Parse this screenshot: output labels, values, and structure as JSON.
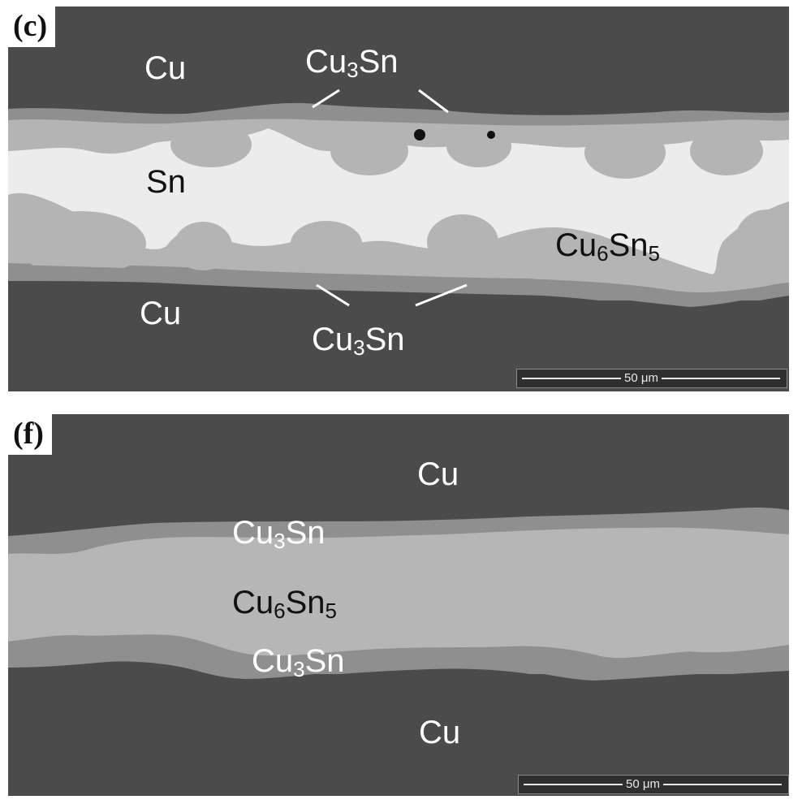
{
  "panel_c": {
    "tag": "(c)",
    "label_cu_top": "Cu",
    "label_cu_bottom": "Cu",
    "label_sn": "Sn",
    "label_cu3sn_top": {
      "base": "Cu",
      "sub": "3",
      "tail": "Sn"
    },
    "label_cu3sn_bottom": {
      "base": "Cu",
      "sub": "3",
      "tail": "Sn"
    },
    "label_cu6sn5": {
      "base": "Cu",
      "sub1": "6",
      "mid": "Sn",
      "sub2": "5"
    },
    "scale_bar": "50 μm"
  },
  "panel_f": {
    "tag": "(f)",
    "label_cu_top": "Cu",
    "label_cu_bottom": "Cu",
    "label_cu3sn_top": {
      "base": "Cu",
      "sub": "3",
      "tail": "Sn"
    },
    "label_cu3sn_bottom": {
      "base": "Cu",
      "sub": "3",
      "tail": "Sn"
    },
    "label_cu6sn5": {
      "base": "Cu",
      "sub1": "6",
      "mid": "Sn",
      "sub2": "5"
    },
    "scale_bar": "50 μm"
  },
  "colors": {
    "cu": "#4b4b4b",
    "cu3sn": "#8f8f8f",
    "cu6sn5": "#b4b4b4",
    "sn": "#ececec"
  }
}
